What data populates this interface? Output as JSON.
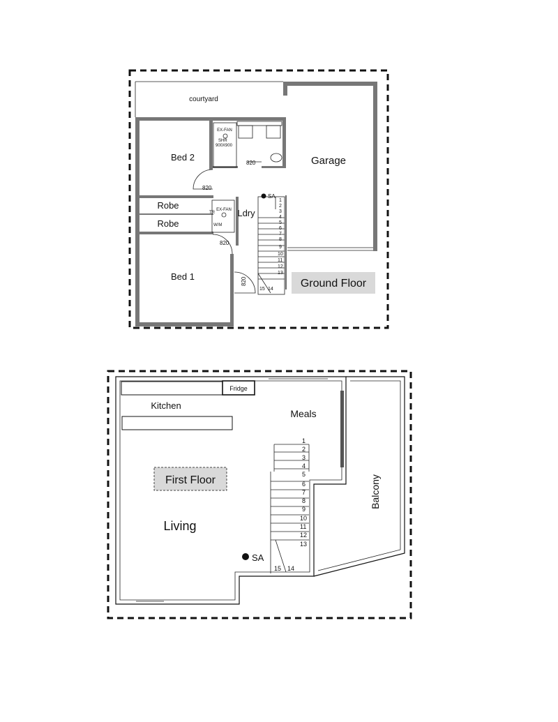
{
  "ground_floor": {
    "banner": "Ground Floor",
    "rooms": {
      "courtyard": "courtyard",
      "bed2": "Bed 2",
      "bed1": "Bed 1",
      "robe_top": "Robe",
      "robe_bottom": "Robe",
      "laundry": "Ldry",
      "garage": "Garage"
    },
    "annotations": {
      "exfan_1": "EX-FAN",
      "shower": "SHR",
      "shower_size": "900X900",
      "exfan_2": "EX-FAN",
      "tr": "TR",
      "wm": "W/M",
      "sa": "SA"
    },
    "door_widths": [
      "820",
      "820",
      "820",
      "820"
    ],
    "stair_steps": [
      "1",
      "2",
      "3",
      "4",
      "5",
      "6",
      "7",
      "8",
      "9",
      "10",
      "11",
      "12",
      "13",
      "14",
      "15"
    ]
  },
  "first_floor": {
    "banner": "First Floor",
    "rooms": {
      "fridge": "Fridge",
      "kitchen": "Kitchen",
      "meals": "Meals",
      "living": "Living",
      "balcony": "Balcony"
    },
    "annotations": {
      "sa": "SA"
    },
    "stair_steps": [
      "1",
      "2",
      "3",
      "4",
      "5",
      "6",
      "7",
      "8",
      "9",
      "10",
      "11",
      "12",
      "13",
      "14",
      "15"
    ]
  }
}
